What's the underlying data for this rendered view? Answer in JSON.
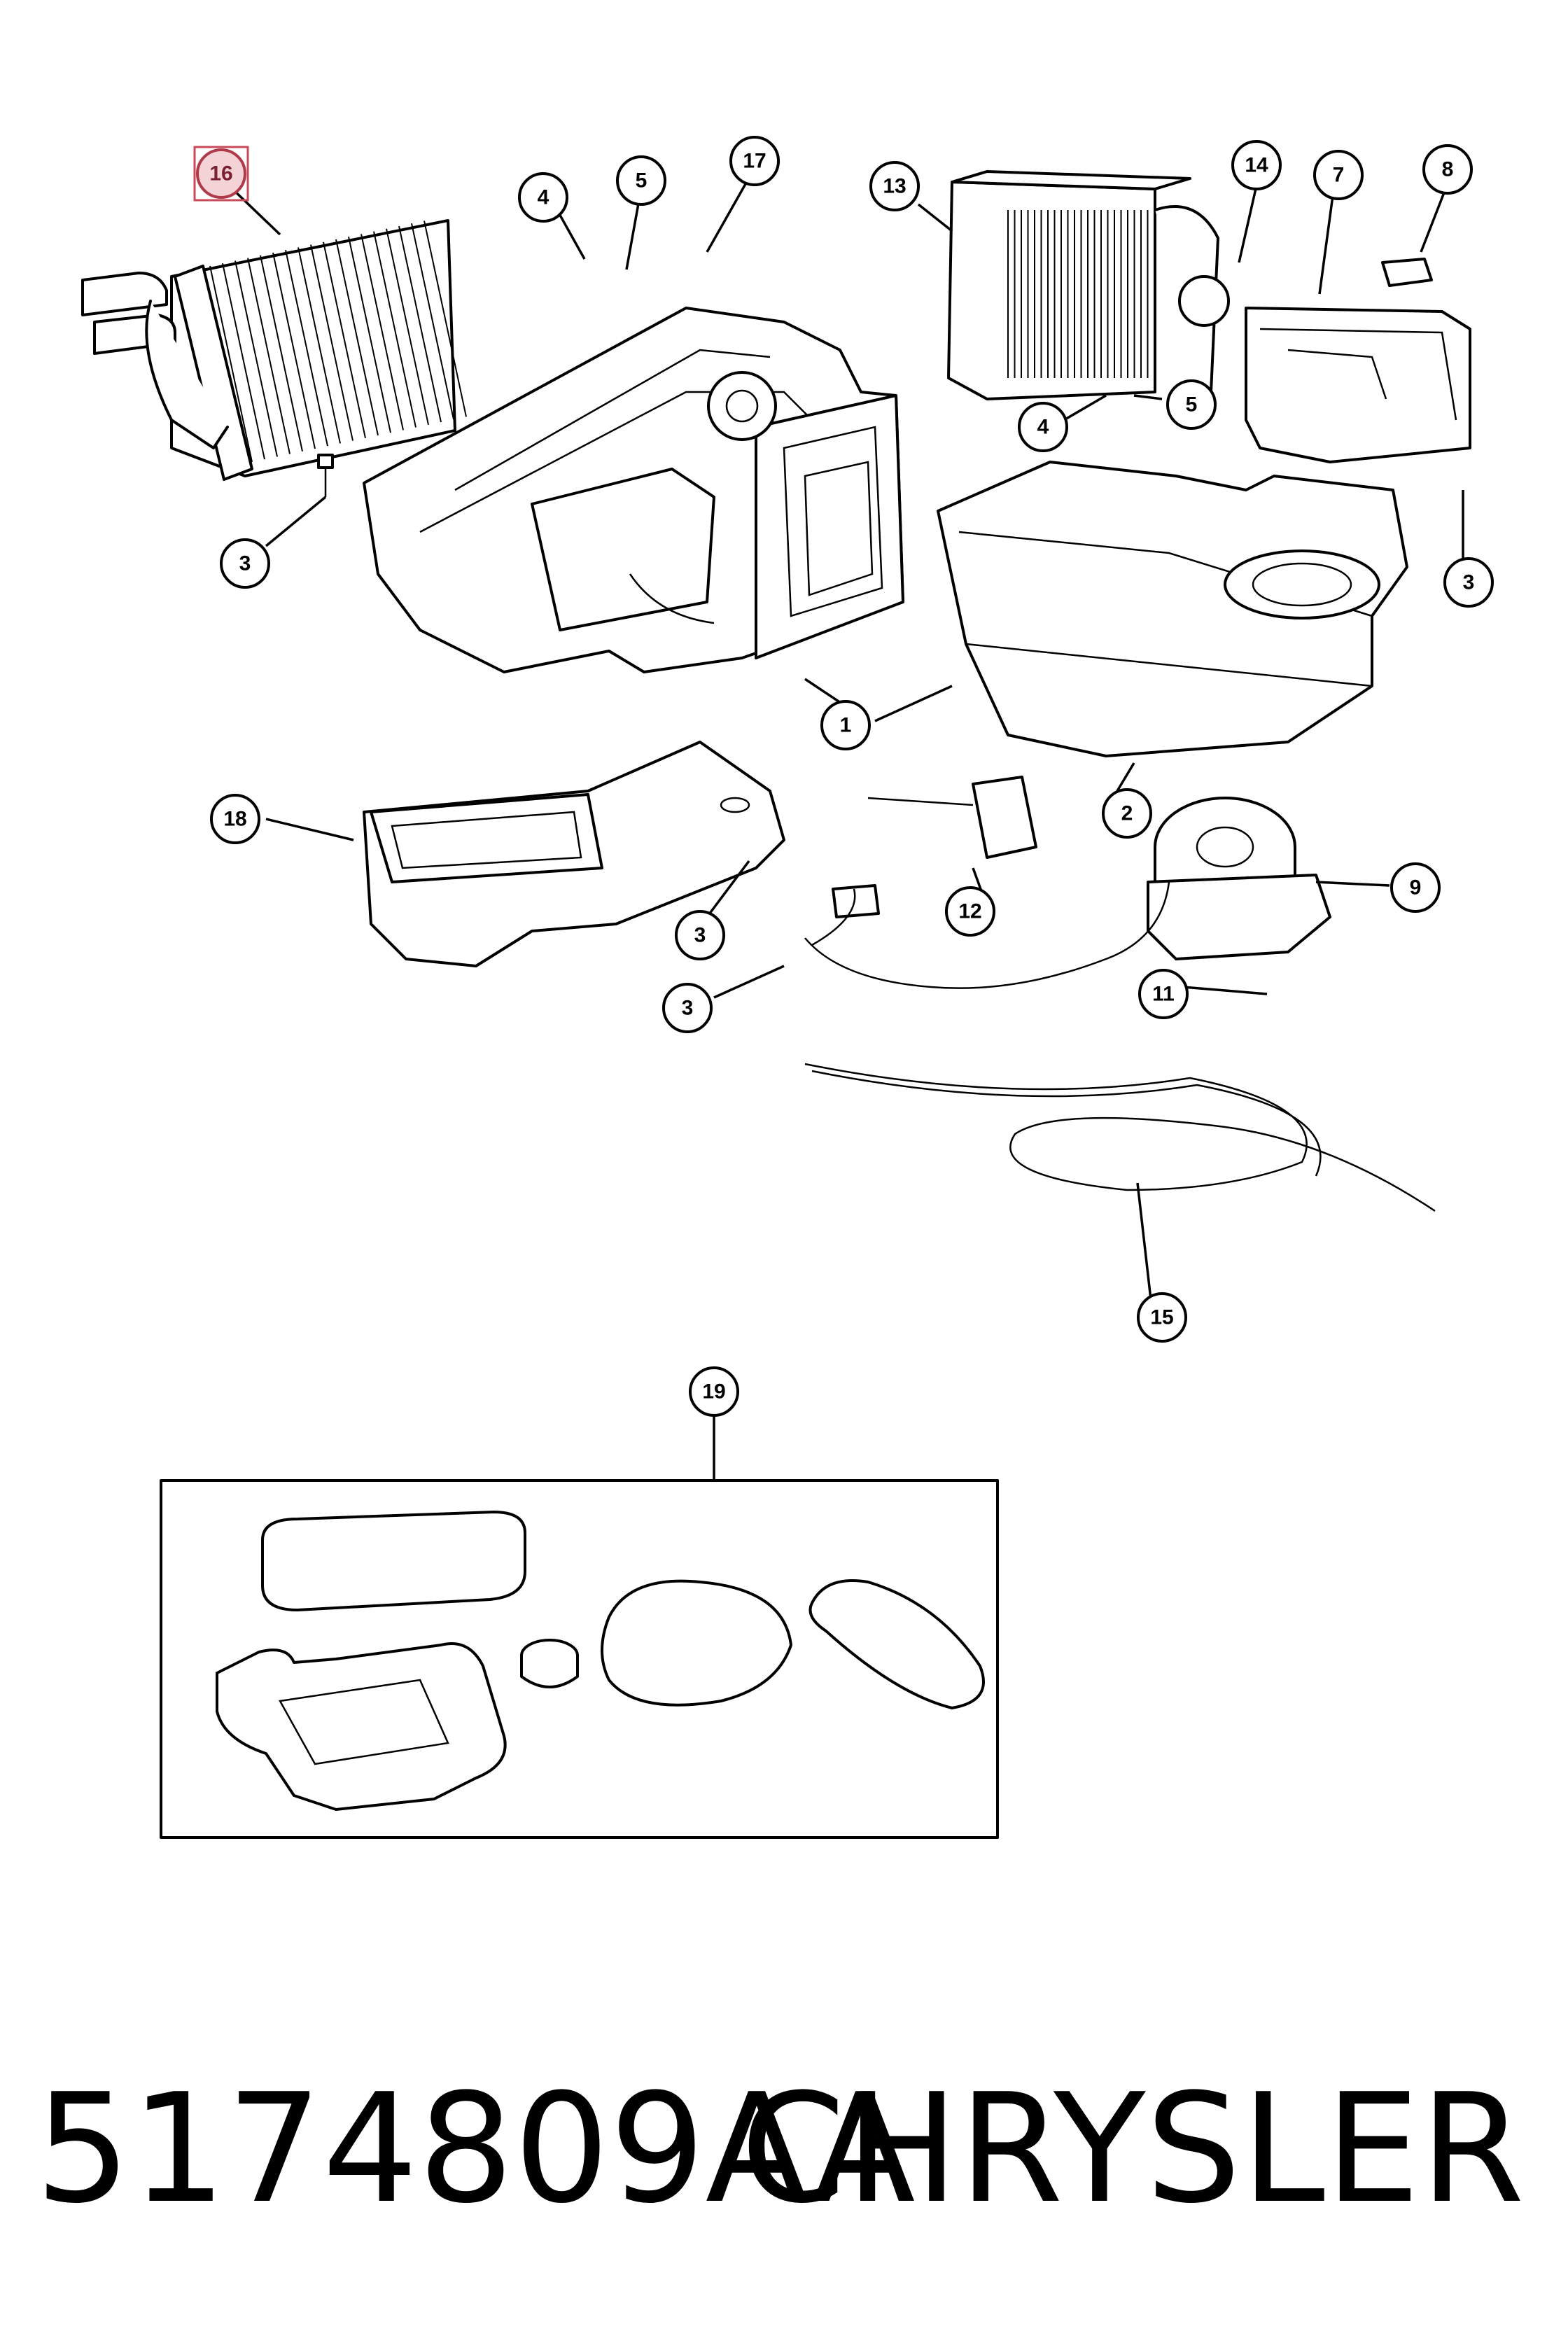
{
  "callouts": [
    {
      "label": "16",
      "highlighted": true
    },
    {
      "label": "4"
    },
    {
      "label": "5"
    },
    {
      "label": "17"
    },
    {
      "label": "13"
    },
    {
      "label": "14"
    },
    {
      "label": "7"
    },
    {
      "label": "8"
    },
    {
      "label": "4"
    },
    {
      "label": "5"
    },
    {
      "label": "3"
    },
    {
      "label": "3"
    },
    {
      "label": "1"
    },
    {
      "label": "2"
    },
    {
      "label": "18"
    },
    {
      "label": "12"
    },
    {
      "label": "9"
    },
    {
      "label": "3"
    },
    {
      "label": "11"
    },
    {
      "label": "3"
    },
    {
      "label": "15"
    },
    {
      "label": "19"
    }
  ],
  "caption": {
    "part_number": "5174809AA",
    "brand": "CHRYSLER"
  },
  "colors": {
    "line": "#000000",
    "background": "#ffffff",
    "highlight": "#c84a5a"
  }
}
